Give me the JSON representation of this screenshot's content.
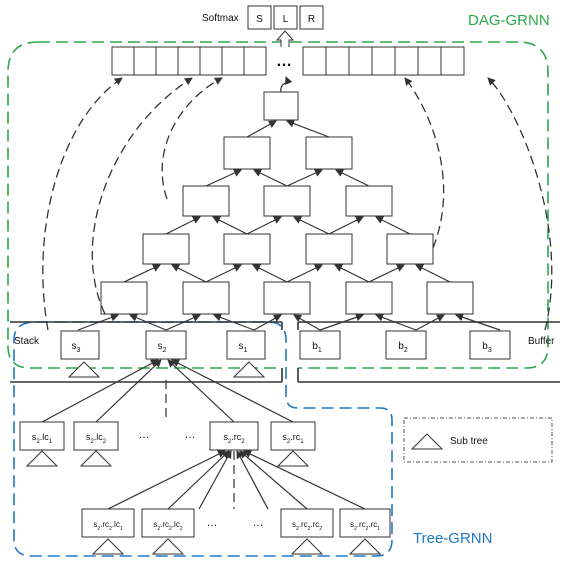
{
  "titles": {
    "dag_grnn": "DAG-GRNN",
    "tree_grnn": "Tree-GRNN"
  },
  "softmax": {
    "label": "Softmax",
    "classes": [
      "S",
      "L",
      "R"
    ]
  },
  "ellipsis": "…",
  "stack": {
    "label": "Stack",
    "items": [
      "s",
      "s",
      "s"
    ],
    "subscripts": [
      "3",
      "2",
      "1"
    ]
  },
  "buffer": {
    "label": "Buffer",
    "items": [
      "b",
      "b",
      "b"
    ],
    "subscripts": [
      "1",
      "2",
      "3"
    ]
  },
  "tree_level1": [
    {
      "base": "s",
      "sub1": "2",
      "mid": ".lc",
      "sub2": "1"
    },
    {
      "base": "s",
      "sub1": "2",
      "mid": ".lc",
      "sub2": "2"
    },
    {
      "base": "s",
      "sub1": "2",
      "mid": ".rc",
      "sub2": "2"
    },
    {
      "base": "s",
      "sub1": "2",
      "mid": ".rc",
      "sub2": "1"
    }
  ],
  "tree_level2": [
    {
      "base": "s",
      "sub1": "2",
      "mid": ".rc",
      "sub2": "2",
      "tail": ".lc",
      "sub3": "1"
    },
    {
      "base": "s",
      "sub1": "2",
      "mid": ".rc",
      "sub2": "2",
      "tail": ".lc",
      "sub3": "2"
    },
    {
      "base": "s",
      "sub1": "2",
      "mid": ".rc",
      "sub2": "2",
      "tail": ".rc",
      "sub3": "2"
    },
    {
      "base": "s",
      "sub1": "2",
      "mid": ".rc",
      "sub2": "2",
      "tail": ".rc",
      "sub3": "1"
    }
  ],
  "legend": {
    "subtree_label": "Sub tree"
  },
  "colors": {
    "green": "#2aa84a",
    "blue": "#1e78c8",
    "dark": "#333333"
  }
}
